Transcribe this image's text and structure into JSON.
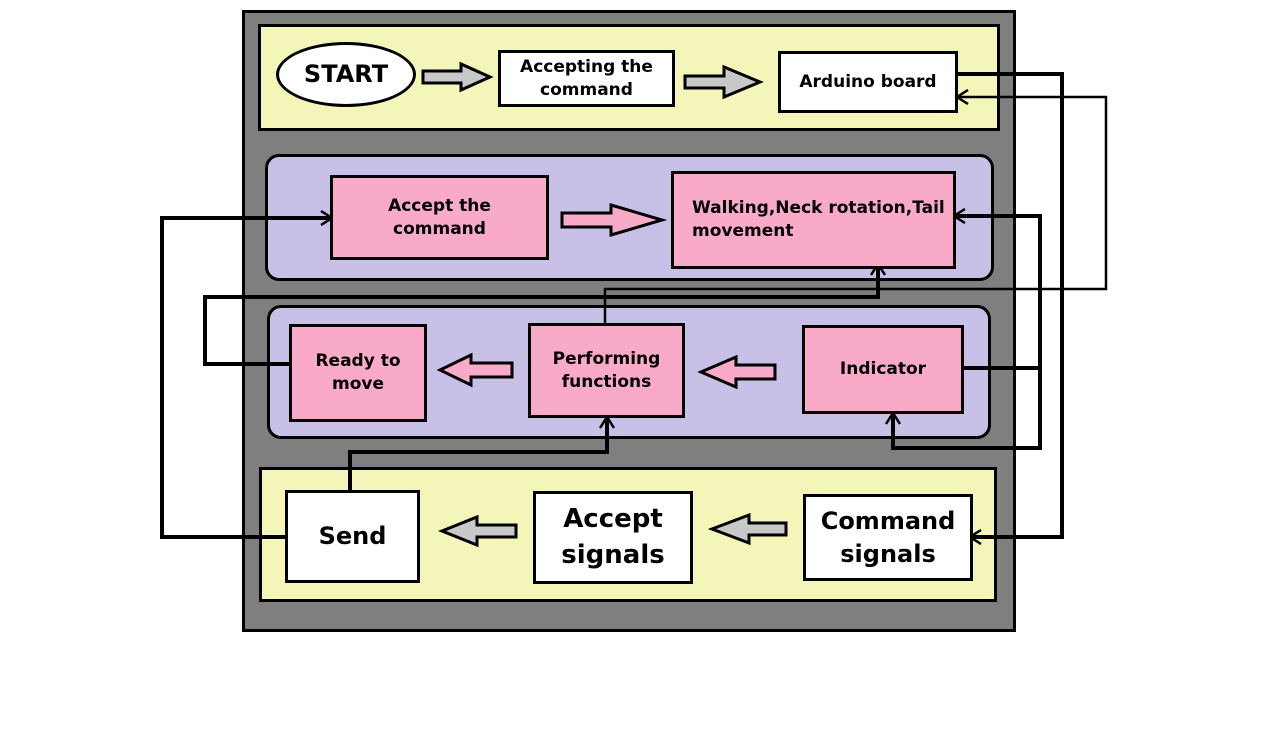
{
  "colors": {
    "frame": "#7f7f7f",
    "band_yellow": "#f4f5b8",
    "band_purple": "#c8c0e6",
    "node_pink": "#f9aac8",
    "node_white": "#ffffff",
    "arrow_gray": "#c8c8c8",
    "line": "#000000"
  },
  "nodes": {
    "start": "START",
    "accepting_command": "Accepting the command",
    "arduino_board": "Arduino board",
    "accept_command": "Accept the command",
    "walking": "Walking,Neck rotation,Tail movement",
    "ready_to_move": "Ready to move",
    "performing_functions": "Performing functions",
    "indicator": "Indicator",
    "send": "Send",
    "accept_signals": "Accept signals",
    "command_signals": "Command signals"
  }
}
